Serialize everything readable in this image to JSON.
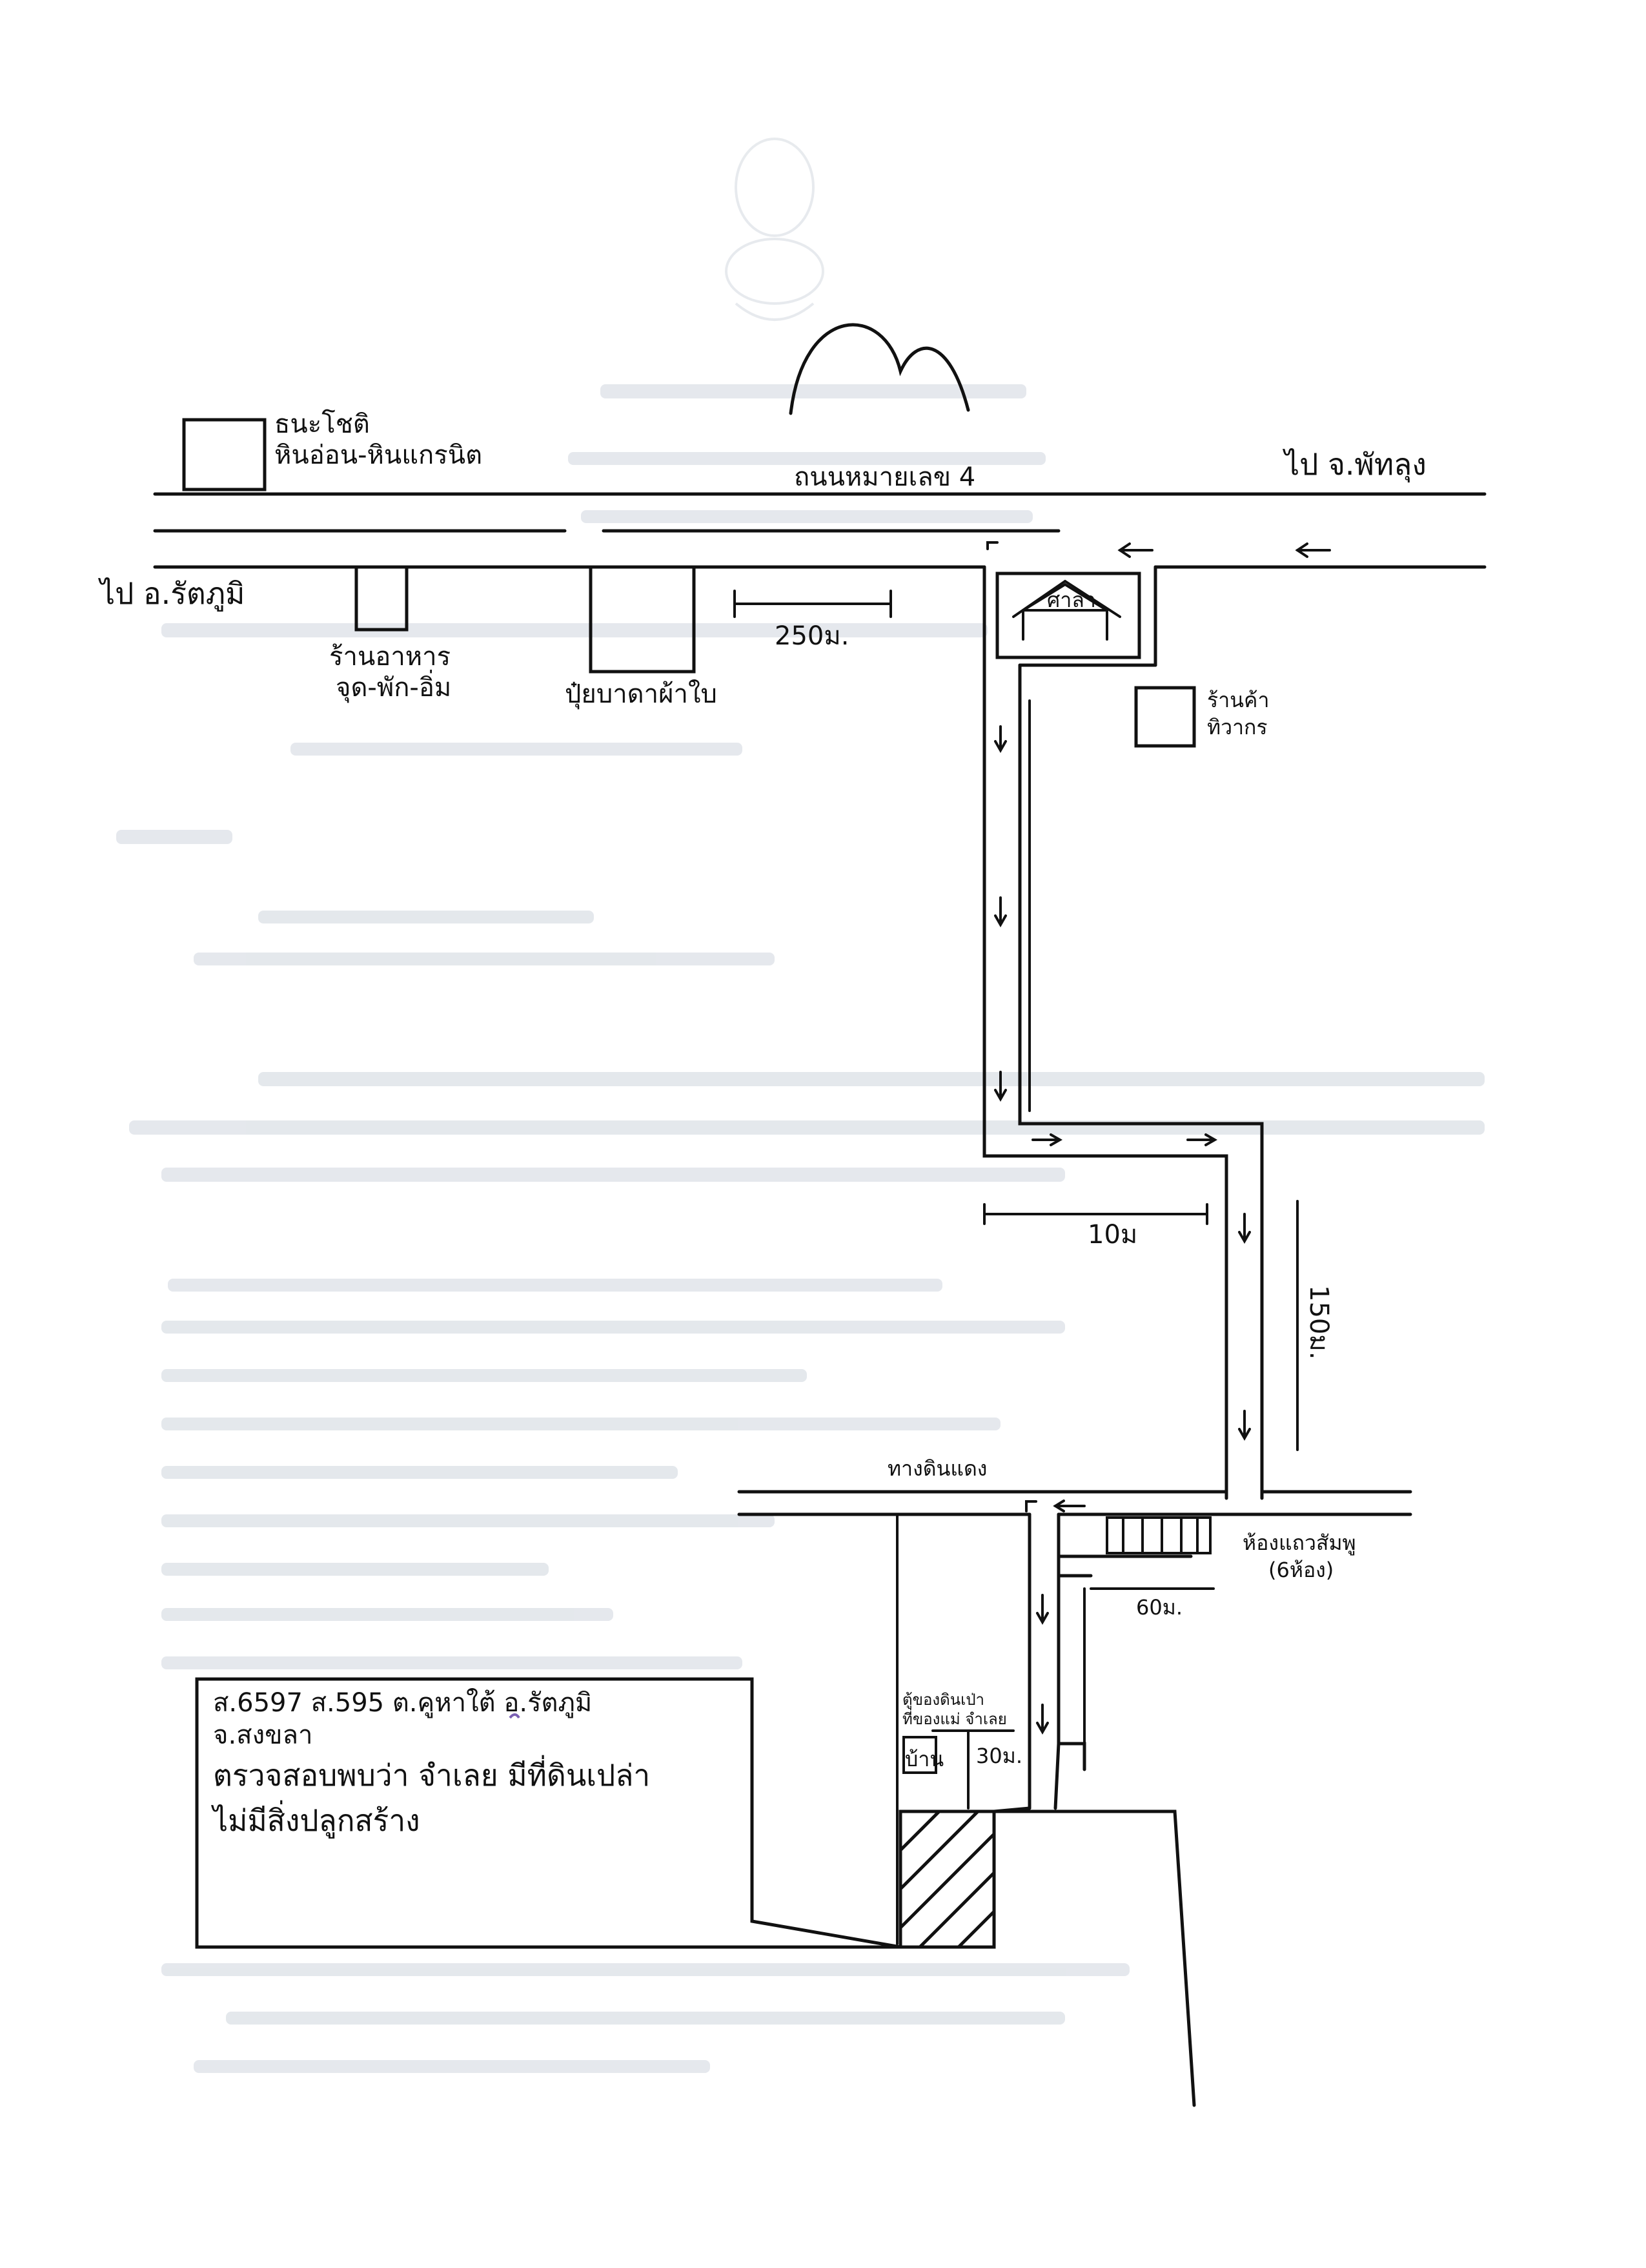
{
  "map": {
    "highway_label": "ถนนหมายเลข 4",
    "to_phatthalung": "ไป จ.พัทลุง",
    "to_rattaphum": "ไป อ.รัตภูมิ",
    "shop_stone": "ธนะโชติ\nหินอ่อน-หินแกรนิต",
    "restaurant": "ร้านอาหาร\nจุด-พัก-อิ่ม",
    "fertilizer": "ปุ๋ยบาดาผ้าใบ",
    "distance_250": "250ม.",
    "sala": "ศาลา",
    "shop_thiwakorn": "ร้านค้า\nทิวากร",
    "distance_10": "10ม",
    "distance_150": "150ม.",
    "laterite_road": "ทางดินแดง",
    "rowhouse": "ห้องแถวสัมพู\n(6ห้อง)",
    "distance_60": "60ม.",
    "neighbor_house": "ตู้ของดินเป่า\nที่ของแม่ จำเลย",
    "house": "บ้าน",
    "distance_30": "30ม.",
    "parcel_line1": "ส.6597  ส.595  ต.คูหาใต้  อ.รัตภูมิ",
    "parcel_line2": "จ.สงขลา",
    "parcel_line3": "ตรวจสอบพบว่า จำเลย มีที่ดินเปล่า",
    "parcel_line4": "ไม่มีสิ่งปลูกสร้าง"
  },
  "colors": {
    "ink": "#111111",
    "paper": "#ffffff",
    "bleed_through": "#cfd6de"
  }
}
